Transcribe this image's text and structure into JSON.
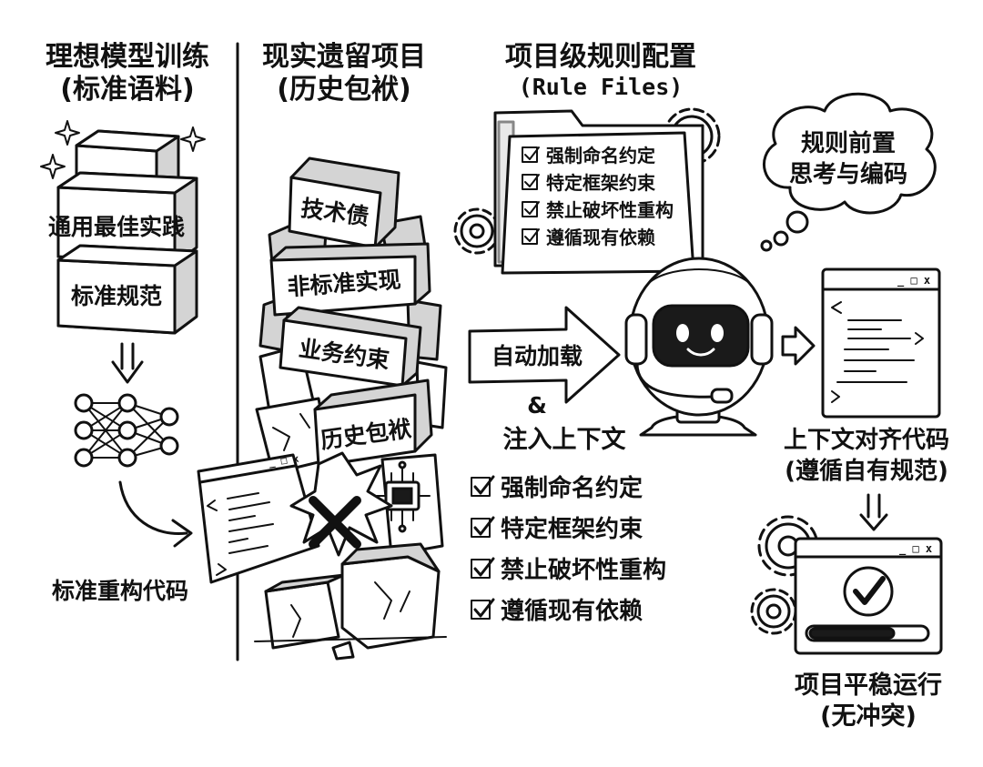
{
  "columns": {
    "ideal": {
      "title": "理想模型训练",
      "subtitle": "(标准语料)",
      "blocks": [
        "通用最佳实践",
        "标准规范"
      ],
      "output_label": "标准重构代码"
    },
    "legacy": {
      "title": "现实遗留项目",
      "subtitle": "(历史包袱)",
      "rubble": [
        "技术债",
        "非标准实现",
        "业务约束",
        "历史包袱"
      ]
    },
    "rules": {
      "title": "项目级规则配置",
      "subtitle": "(Rule Files)",
      "folder_items": [
        "强制命名约定",
        "特定框架约束",
        "禁止破坏性重构",
        "遵循现有依赖"
      ],
      "arrow_label": "自动加载",
      "ampersand": "&",
      "inject_label": "注入上下文",
      "check_items": [
        "强制命名约定",
        "特定框架约束",
        "禁止破坏性重构",
        "遵循现有依赖"
      ]
    },
    "result": {
      "thought_line1": "规则前置",
      "thought_line2": "思考与编码",
      "aligned_label": "上下文对齐代码",
      "aligned_sub": "(遵循自有规范)",
      "final_label": "项目平稳运行",
      "final_sub": "(无冲突)",
      "window_controls": "_ □ x"
    }
  },
  "icons": [
    "sparkle-icon",
    "neural-network-icon",
    "cross-icon",
    "chip-icon",
    "gear-icon",
    "robot-icon",
    "checkbox-icon",
    "checkmark-icon",
    "code-window-icon"
  ]
}
